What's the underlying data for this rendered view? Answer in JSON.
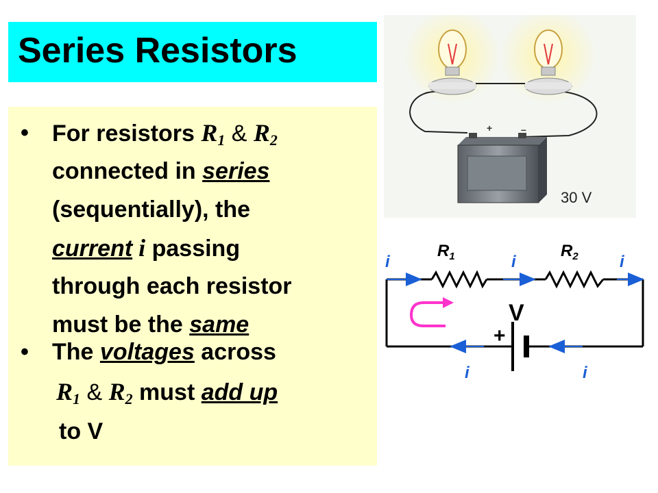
{
  "title": "Series Resistors",
  "bullets": {
    "b1": {
      "l1_pre": "For resistors ",
      "r1": "R",
      "r1_sub": "1",
      "amp": " & ",
      "r2": "R",
      "r2_sub": "2",
      "l2_pre": "connected in ",
      "l2_u": "series",
      "l3": "(sequentially), the",
      "l4_u": "current",
      "l4_i": " i",
      "l4_post": " passing",
      "l5": "through each resistor",
      "l6_pre": "must be the ",
      "l6_u": "same"
    },
    "b2": {
      "l1_pre": "The ",
      "l1_u": "voltages",
      "l1_post": " across",
      "r1": "R",
      "r1_sub": "1",
      "amp": " & ",
      "r2": "R",
      "r2_sub": "2",
      "l2_mid": " must ",
      "l2_u": "add up",
      "l3": "to V"
    }
  },
  "photo": {
    "plus": "+",
    "minus": "–",
    "voltage": "30 V"
  },
  "circuit": {
    "r1": "R",
    "r1_sub": "1",
    "r2": "R",
    "r2_sub": "2",
    "i": "i",
    "v": "V",
    "plus": "+"
  },
  "colors": {
    "title_bg": "#00ffff",
    "text_bg": "#ffffcc",
    "wire": "#000000",
    "arrow": "#1a5fd6",
    "loop": "#ff33cc"
  }
}
